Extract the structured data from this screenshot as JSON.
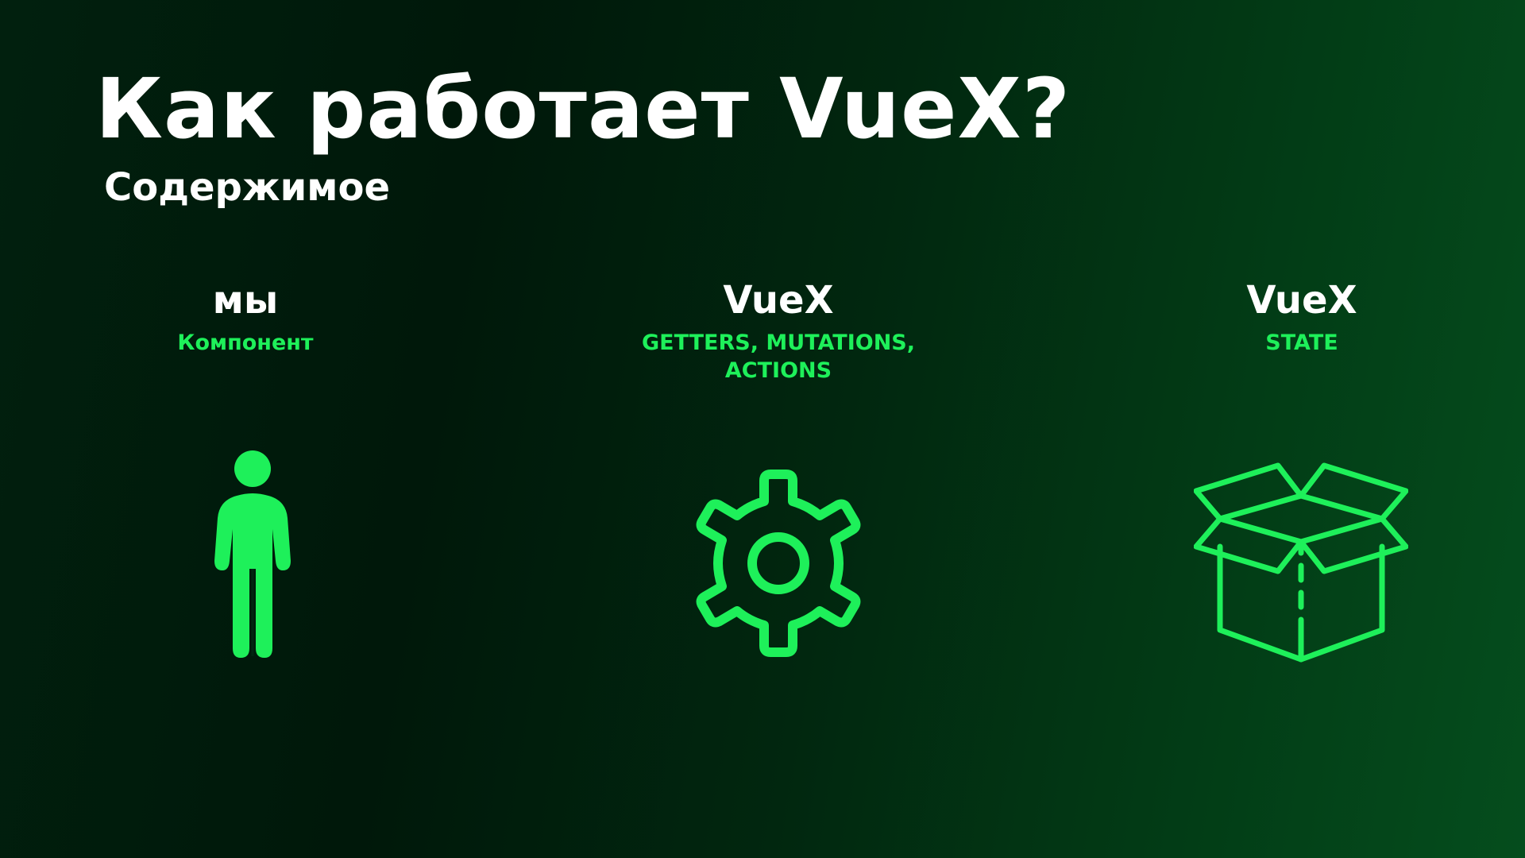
{
  "slide": {
    "title": "Как работает VueX?",
    "subtitle": "Содержимое"
  },
  "columns": [
    {
      "heading": "мы",
      "subheading": "Компонент",
      "icon": "person-icon"
    },
    {
      "heading": "VueX",
      "subheading": "GETTERS, MUTATIONS, ACTIONS",
      "icon": "gear-icon"
    },
    {
      "heading": "VueX",
      "subheading": "STATE",
      "icon": "open-box-icon"
    }
  ],
  "colors": {
    "accent": "#1ef05a",
    "text": "#ffffff",
    "background_dark": "#00180a",
    "background_light": "#054d1d"
  }
}
